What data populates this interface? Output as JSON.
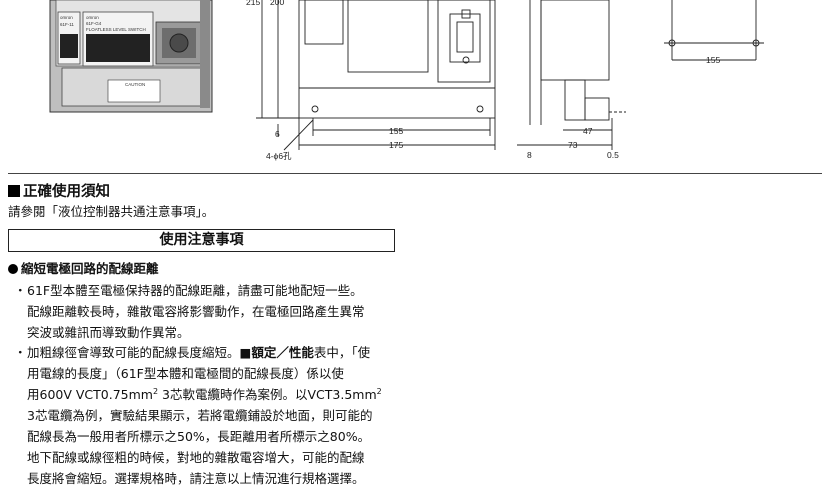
{
  "figure": {
    "device_brand": "omron",
    "device_model_left": "61F-11",
    "device_model_right": "61F-G4",
    "device_subtitle": "FLOATLESS LEVEL SWITCH",
    "caution_label": "CAUTION",
    "dims": {
      "d215": "215",
      "d200": "200",
      "d6": "6",
      "d155_front": "155",
      "d175": "175",
      "holes": "4-ϕ6孔",
      "d47": "47",
      "d73": "73",
      "d8": "8",
      "d05": "0.5",
      "d155_right": "155"
    }
  },
  "section": {
    "title": "正確使用須知",
    "reference": "請參閱「液位控制器共通注意事項」。"
  },
  "caution_box": {
    "title": "使用注意事項"
  },
  "heading": {
    "text": "縮短電極回路的配線距離"
  },
  "item1": {
    "mark": "・",
    "lines": [
      "61F型本體至電極保持器的配線距離，請盡可能地配短一些。",
      "配線距離較長時，雜散電容將影響動作，在電極回路產生異常",
      "突波或雜訊而導致動作異常。"
    ]
  },
  "item2": {
    "mark": "・",
    "l1_a": "加粗線徑會導致可能的配線長度縮短。",
    "l1_b": "■額定／性能",
    "l1_c": "表中，「使",
    "l2": "用電線的長度」（61F型本體和電極間的配線長度）係以使",
    "l3_a": "用600V VCT0.75mm",
    "l3_sup": "2",
    "l3_b": " 3芯軟電纜時作為案例。以VCT3.5mm",
    "l3_sup2": "2",
    "l4": "3芯電纜為例，實驗結果顯示，若將電纜鋪設於地面，則可能的",
    "l5": "配線長為一般用者所標示之50%，長距離用者所標示之80%。",
    "l6": "地下配線或線徑粗的時候，對地的雜散電容增大，可能的配線",
    "l7": "長度將會縮短。選擇規格時，請注意以上情況進行規格選擇。"
  }
}
